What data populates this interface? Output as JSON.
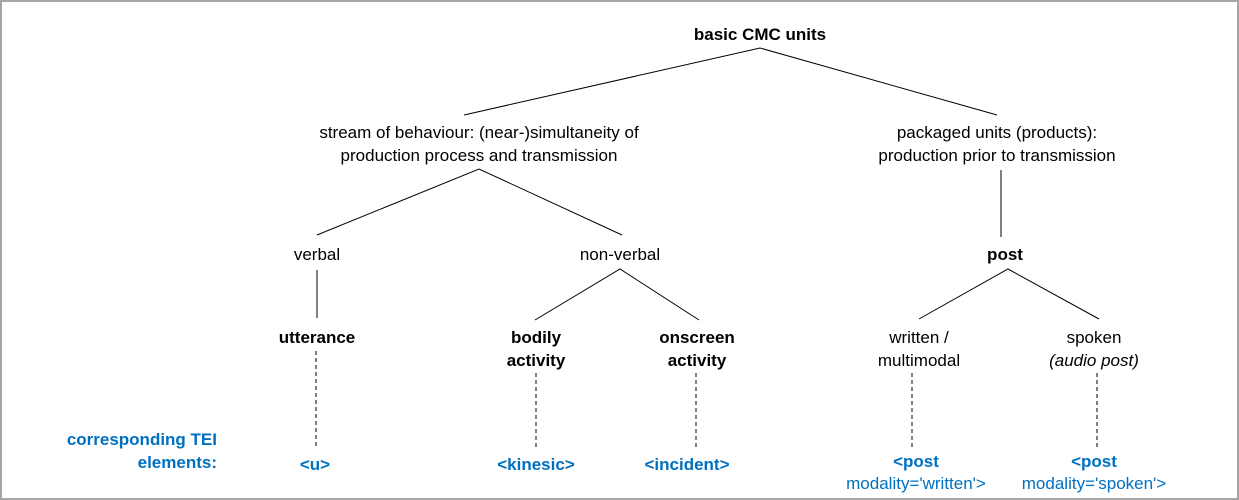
{
  "palette": {
    "accent_blue": "#0070C0",
    "line_color": "#000000",
    "border_color": "#a6a6a6",
    "background": "#ffffff"
  },
  "tree": {
    "root": {
      "label": "basic CMC units"
    },
    "stream": {
      "line1": "stream of behaviour: (near-)simultaneity of",
      "line2": "production process and transmission"
    },
    "packaged": {
      "line1": "packaged units (products):",
      "line2": "production prior to transmission"
    },
    "verbal": {
      "label": "verbal"
    },
    "nonverbal": {
      "label": "non-verbal"
    },
    "post": {
      "label": "post"
    },
    "utterance": {
      "label": "utterance"
    },
    "bodily": {
      "line1": "bodily",
      "line2": "activity"
    },
    "onscreen": {
      "line1": "onscreen",
      "line2": "activity"
    },
    "written": {
      "line1": "written /",
      "line2": "multimodal"
    },
    "spoken": {
      "line1": "spoken",
      "line2": "(audio post)"
    }
  },
  "tei": {
    "caption_line1": "corresponding TEI",
    "caption_line2": "elements:",
    "u": "<u>",
    "kinesic": "<kinesic>",
    "incident": "<incident>",
    "post_written_line1": "<post",
    "post_written_line2": "modality='written'>",
    "post_spoken_line1": "<post",
    "post_spoken_line2": "modality='spoken'>"
  }
}
